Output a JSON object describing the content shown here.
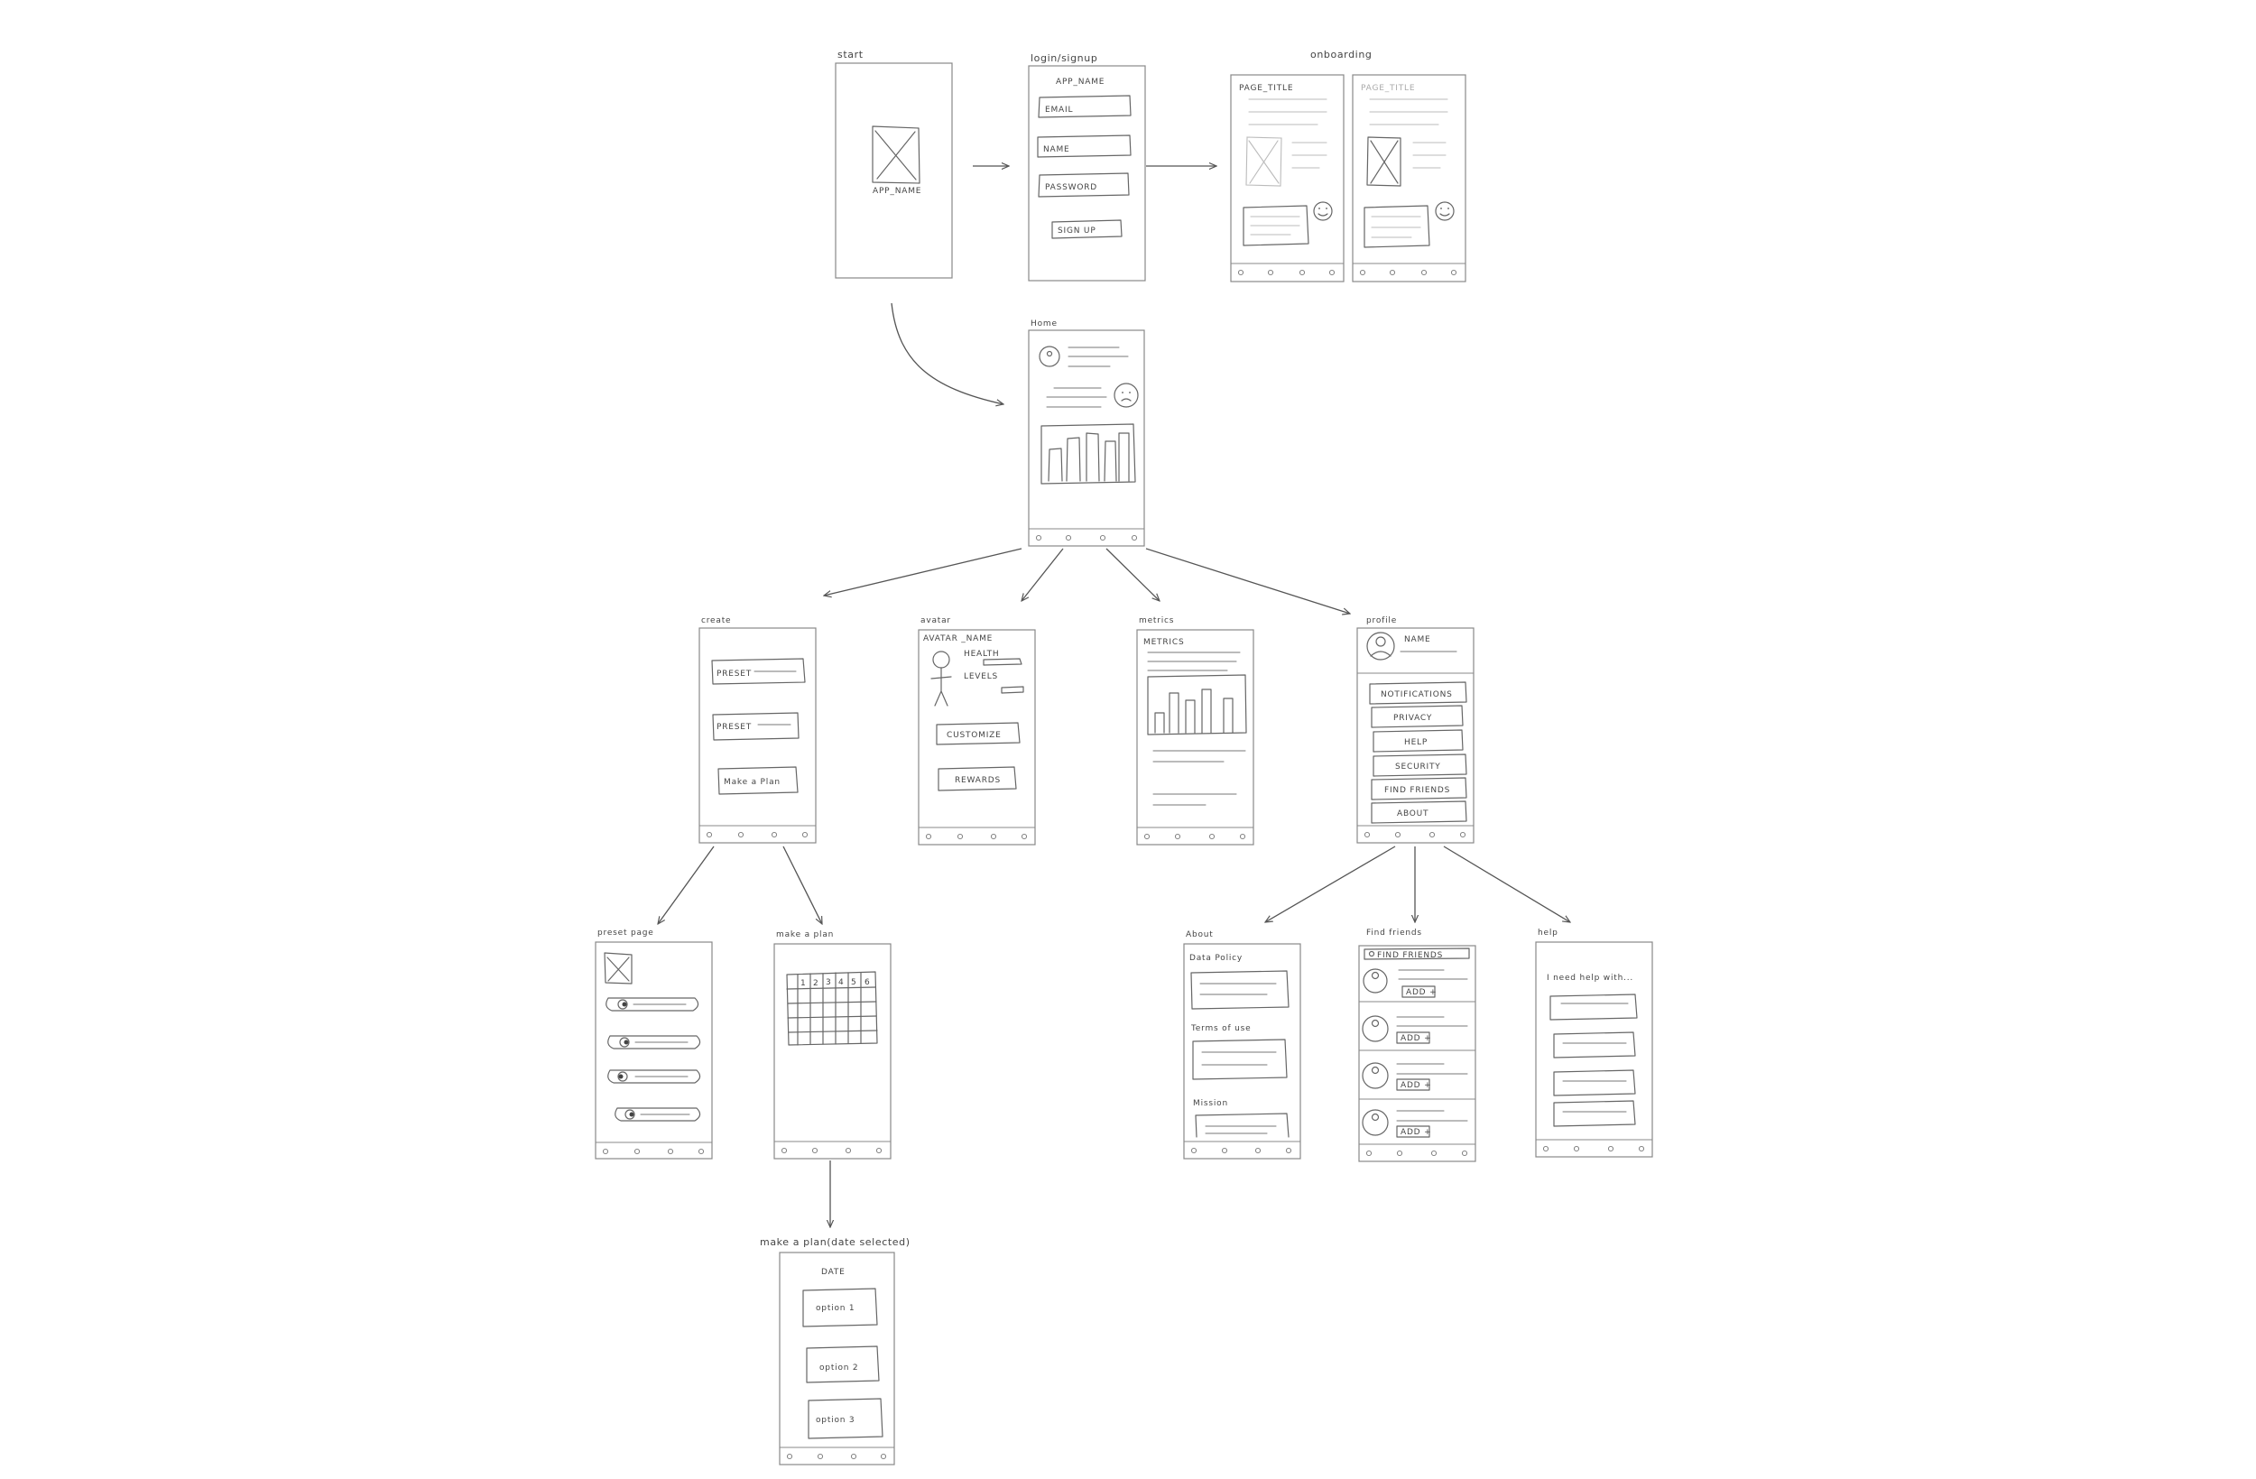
{
  "screens": {
    "start": {
      "title": "start",
      "app_name": "APP_NAME"
    },
    "login": {
      "title": "login/signup",
      "app_name": "APP_NAME",
      "email": "EMAIL",
      "name": "NAME",
      "password": "PASSWORD",
      "signup": "SIGN UP"
    },
    "onboarding": {
      "title": "onboarding",
      "page_title_1": "PAGE_TITLE",
      "page_title_2": "PAGE_TITLE"
    },
    "home": {
      "title": "Home"
    },
    "create": {
      "title": "create",
      "item1": "PRESET",
      "item2": "PRESET",
      "item3": "Make a Plan"
    },
    "avatar": {
      "title": "avatar",
      "header": "AVATAR _NAME",
      "stat1": "HEALTH",
      "stat2": "LEVELS",
      "btn1": "CUSTOMIZE",
      "btn2": "REWARDS"
    },
    "metrics": {
      "title": "metrics",
      "header": "METRICS"
    },
    "profile": {
      "title": "profile",
      "name": "NAME",
      "menu": [
        "NOTIFICATIONS",
        "PRIVACY",
        "HELP",
        "SECURITY",
        "FIND FRIENDS",
        "ABOUT"
      ]
    },
    "preset_page": {
      "title": "preset page"
    },
    "make_plan": {
      "title": "make a plan",
      "days": [
        "1",
        "2",
        "3",
        "4",
        "5",
        "6"
      ]
    },
    "about": {
      "title": "About",
      "sec1": "Data Policy",
      "sec2": "Terms of use",
      "sec3": "Mission"
    },
    "find_friends": {
      "title": "Find friends",
      "search": "FIND FRIENDS",
      "add": "ADD +"
    },
    "help": {
      "title": "help",
      "prompt": "I need help with..."
    },
    "make_plan_date": {
      "title": "make a plan(date selected)",
      "header": "DATE",
      "opt1": "option 1",
      "opt2": "option 2",
      "opt3": "option 3"
    }
  }
}
